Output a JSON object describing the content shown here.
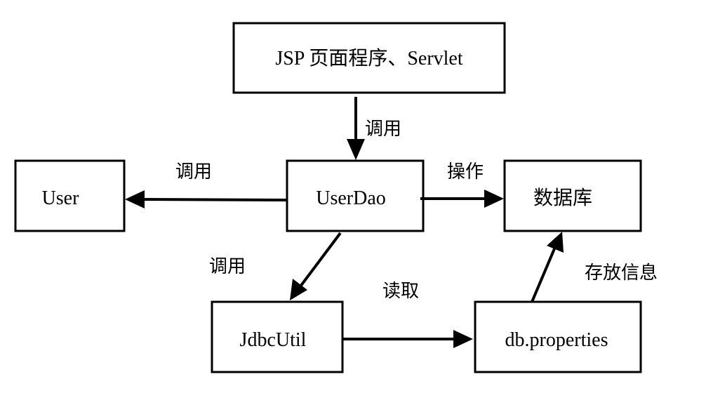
{
  "nodes": {
    "jsp": "JSP 页面程序、Servlet",
    "userdao": "UserDao",
    "user": "User",
    "database": "数据库",
    "jdbcutil": "JdbcUtil",
    "dbprops": "db.properties"
  },
  "edges": {
    "jsp_to_userdao": "调用",
    "userdao_to_user": "调用",
    "userdao_to_database": "操作",
    "userdao_to_jdbcutil": "调用",
    "jdbcutil_to_dbprops": "读取",
    "dbprops_to_database": "存放信息"
  }
}
